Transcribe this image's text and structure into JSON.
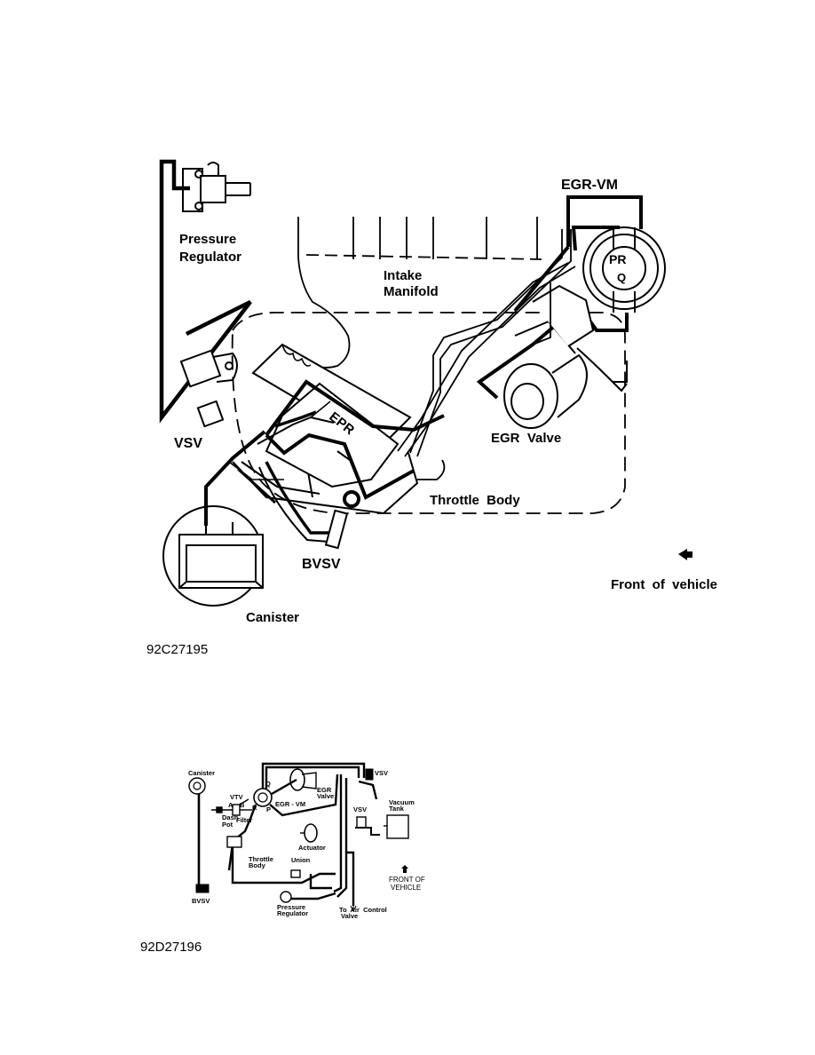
{
  "figure1": {
    "id": "92C27195",
    "labels": {
      "egr_vm": "EGR-VM",
      "pressure_regulator_1": "Pressure",
      "pressure_regulator_2": "Regulator",
      "intake_manifold_1": "Intake",
      "intake_manifold_2": "Manifold",
      "pr": "PR",
      "q": "Q",
      "vsv": "VSV",
      "epr": "EPR",
      "egr_valve": "EGR  Valve",
      "throttle_body": "Throttle  Body",
      "bvsv": "BVSV",
      "canister": "Canister",
      "front_of_vehicle": "Front  of  vehicle"
    }
  },
  "figure2": {
    "id": "92D27196",
    "labels": {
      "canister": "Canister",
      "vtv": "VTV",
      "a": "A",
      "b": "B",
      "dash_pot_1": "Dash",
      "dash_pot_2": "Pot",
      "filter": "Filter",
      "egr_vm": "EGR - VM",
      "q": "Q",
      "r": "R",
      "p": "P",
      "egr_valve_1": "EGR",
      "egr_valve_2": "Valve",
      "vsv_top": "VSV",
      "vsv_mid": "VSV",
      "vacuum_tank_1": "Vacuum",
      "vacuum_tank_2": "Tank",
      "actuator": "Actuator",
      "throttle_body_1": "Throttle",
      "throttle_body_2": "Body",
      "union": "Union",
      "front_of_vehicle_1": "FRONT OF",
      "front_of_vehicle_2": "VEHICLE",
      "bvsv": "BVSV",
      "pressure_regulator_1": "Pressure",
      "pressure_regulator_2": "Regulator",
      "to_air_control_1": "To  Air  Control",
      "to_air_control_2": "Valve"
    }
  }
}
